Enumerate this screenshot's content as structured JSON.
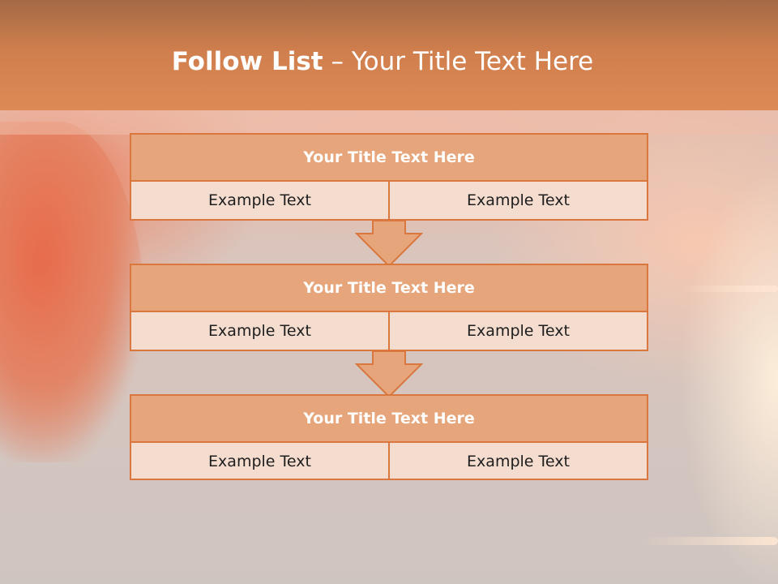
{
  "slide": {
    "title_bold": "Follow List",
    "title_rest": " – Your Title Text Here"
  },
  "steps": [
    {
      "title": "Your Title Text Here",
      "cells": [
        "Example Text",
        "Example Text"
      ]
    },
    {
      "title": "Your Title Text Here",
      "cells": [
        "Example Text",
        "Example Text"
      ]
    },
    {
      "title": "Your Title Text Here",
      "cells": [
        "Example Text",
        "Example Text"
      ]
    }
  ],
  "colors": {
    "header": "#dd8a55",
    "block_title_fill": "#e6a57a",
    "block_cell_fill": "#f4dccf",
    "border": "#d9773e",
    "arrow_fill": "#e6a57a"
  }
}
